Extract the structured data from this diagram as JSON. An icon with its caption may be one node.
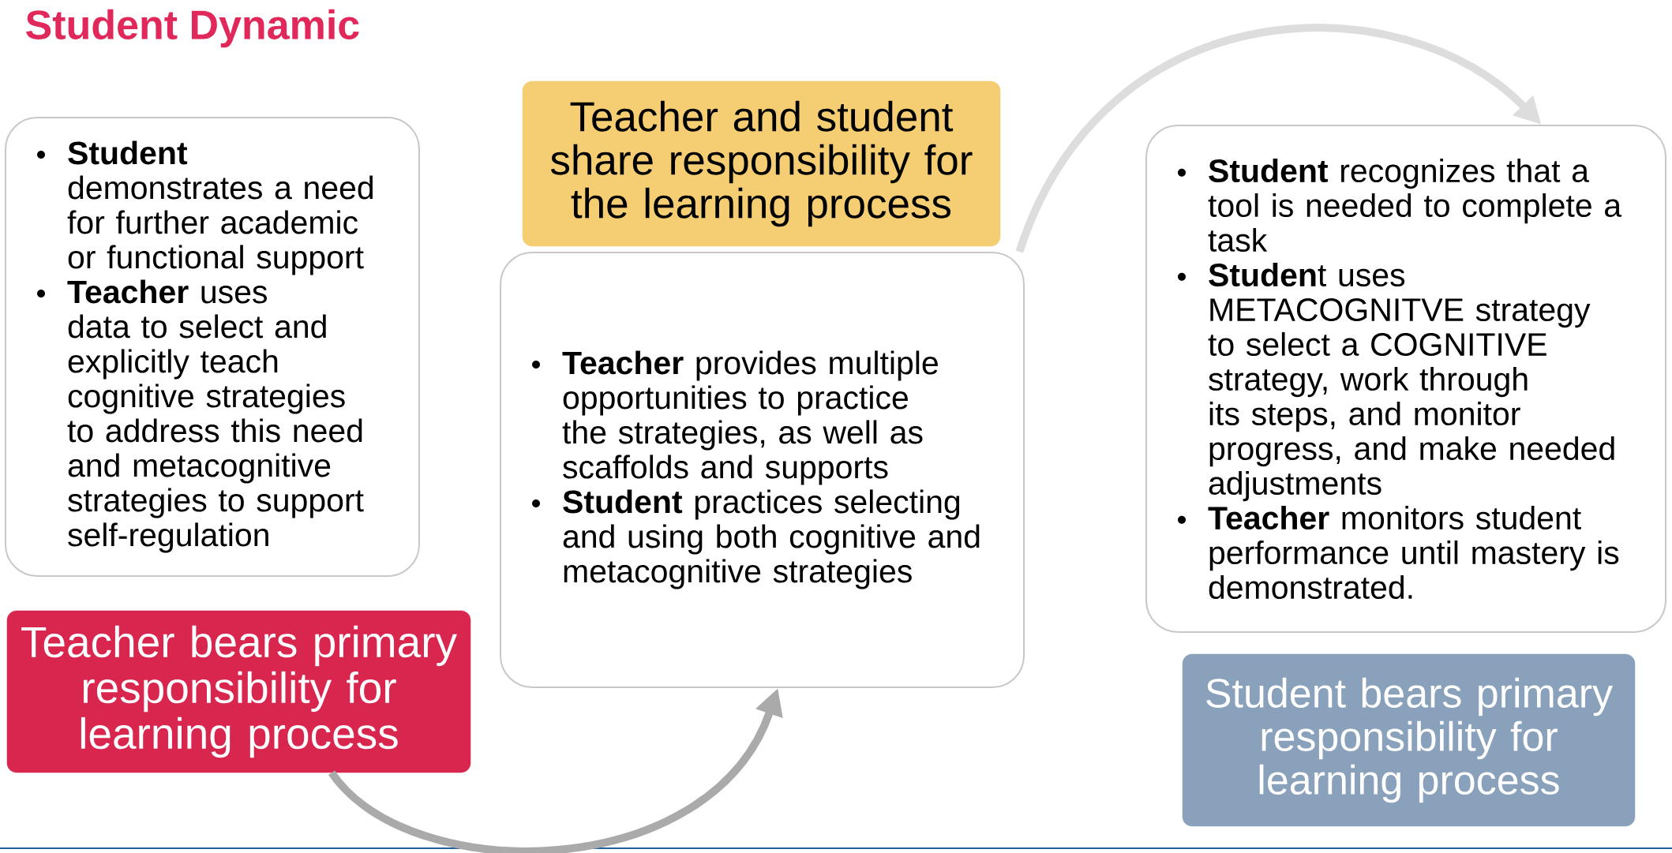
{
  "diagram": {
    "title": "Student Dynamic",
    "nodes": [
      {
        "text": [
          "**Student** demonstrates a need for further academic or functional  support",
          "**Teacher** uses data to select and explicitly teach cognitive strategies to address this need and metacognitive strategies to support self-regulation"
        ]
      },
      {
        "text": [
          "Teacher bears primary responsibility for learning process"
        ]
      },
      {
        "text": [
          "**Teacher** provides multiple opportunities to practice the strategies, as well as scaffolds and supports",
          "**Student** practices selecting and using both cognitive and metacognitive strategies"
        ]
      },
      {
        "text": [
          "Teacher and student share responsibility for the learning process"
        ]
      },
      {
        "text": [
          "**Student** recognizes that a tool is needed to complete a task",
          "**Studen**t uses METACOGNITVE strategy to select a COGNITIVE strategy, work through its steps, and monitor progress, and make needed adjustments",
          "**Teacher** monitors student performance until mastery is demonstrated."
        ]
      },
      {
        "text": [
          "Student bears primary responsibility for learning process"
        ]
      }
    ],
    "edges": [
      {
        "from": 1,
        "to": 2,
        "arrow": "to",
        "color": "#aaaaaa"
      },
      {
        "from": 2,
        "to": 4,
        "arrow": "to",
        "color": "#dddddd"
      }
    ]
  }
}
